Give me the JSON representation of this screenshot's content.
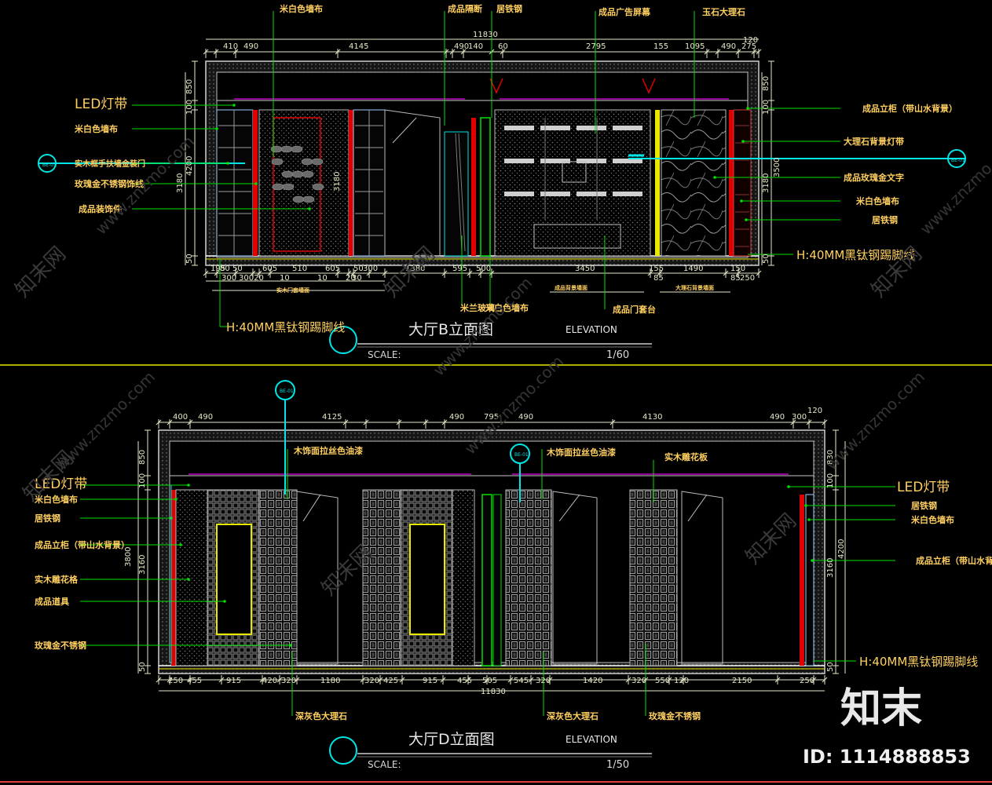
{
  "colors": {
    "background": "#000000",
    "dimension": "#e8e8c8",
    "leader": "#00e000",
    "label": "#ffd060",
    "cyan": "#00e5e5",
    "red": "#e00000",
    "divider": "#e8e800",
    "yellow": "#e8e800",
    "magenta": "#c000c0",
    "frame_red": "#e04040"
  },
  "elevation_b": {
    "title": "大厅B立面图",
    "subtitle": "ELEVATION",
    "scale_label": "SCALE:",
    "scale_value": "1/60",
    "top_dims_a": [
      "410",
      "490",
      "4145",
      "490",
      "140",
      "60",
      "2795",
      "155",
      "1095",
      "490",
      "275"
    ],
    "top_total": "11830",
    "top_right": "120",
    "top_tags": [
      "成品隔断",
      "居铁钢",
      "成品广告屏幕",
      "玉石大理石",
      "米白色墙布"
    ],
    "left_labels": [
      "LED灯带",
      "米白色墙布",
      "实木框手扶墙金装门",
      "玫瑰金不锈钢饰线",
      "成品装饰件"
    ],
    "right_labels": [
      "成品立柜（带山水背景）",
      "大理石背景灯带",
      "成品玫瑰金文字",
      "米白色墙布",
      "居铁钢"
    ],
    "skirting_right": "H:40MM黑钛钢踢脚线",
    "skirting_left": "H:40MM黑钛钢踢脚线",
    "bottom_dims": [
      "195",
      "80",
      "50",
      "605",
      "510",
      "605",
      "50",
      "300",
      "1380",
      "595",
      "500",
      "3450",
      "155",
      "1490",
      "150"
    ],
    "bottom_dims_2": [
      "300",
      "30020",
      "10",
      "10",
      "20",
      "30",
      "85",
      "85",
      "250"
    ],
    "zone_labels": [
      "实木门套墙面",
      "成品背景墙面",
      "大理石背景墙面"
    ],
    "bottom_tags": [
      "米兰玻璃",
      "米白色墙布",
      "成品门套台"
    ],
    "left_heights": [
      "850",
      "100",
      "4200",
      "3180",
      "50"
    ],
    "right_heights": [
      "850",
      "100",
      "3500",
      "3180",
      "50"
    ],
    "inner_height": "3180",
    "section_mark": "BE-01"
  },
  "elevation_d": {
    "title": "大厅D立面图",
    "subtitle": "ELEVATION",
    "scale_label": "SCALE:",
    "scale_value": "1/50",
    "top_dims": [
      "400",
      "490",
      "4125",
      "490",
      "795",
      "490",
      "4130",
      "490",
      "300"
    ],
    "top_right": "120",
    "top_tags": [
      "木饰面拉丝色油漆",
      "木饰面拉丝色油漆",
      "实木雕花板"
    ],
    "left_labels": [
      "LED灯带",
      "米白色墙布",
      "居铁钢",
      "成品立柜（带山水背景）",
      "实木雕花格",
      "成品道具",
      "玫瑰金不锈钢"
    ],
    "right_labels": [
      "LED灯带",
      "居铁钢",
      "米白色墙布",
      "成品立柜（带山水背景）"
    ],
    "skirting_right": "H:40MM黑钛钢踢脚线",
    "bottom_dims": [
      "250",
      "455",
      "915",
      "420",
      "320",
      "1180",
      "320",
      "425",
      "915",
      "455",
      "505",
      "545",
      "320",
      "1420",
      "320",
      "550",
      "120",
      "2150",
      "250"
    ],
    "bottom_total": "11830",
    "bottom_tags": [
      "深灰色大理石",
      "深灰色大理石",
      "玫瑰金不锈钢"
    ],
    "left_heights": [
      "850",
      "100",
      "3800",
      "3160",
      "50"
    ],
    "right_heights": [
      "830",
      "100",
      "4200",
      "3160",
      "50"
    ],
    "section_mark": "BE-01"
  },
  "watermark": {
    "site": "www.znzmo.com",
    "brand": "知末网",
    "logo": "知末",
    "id_text": "ID: 1114888853"
  }
}
